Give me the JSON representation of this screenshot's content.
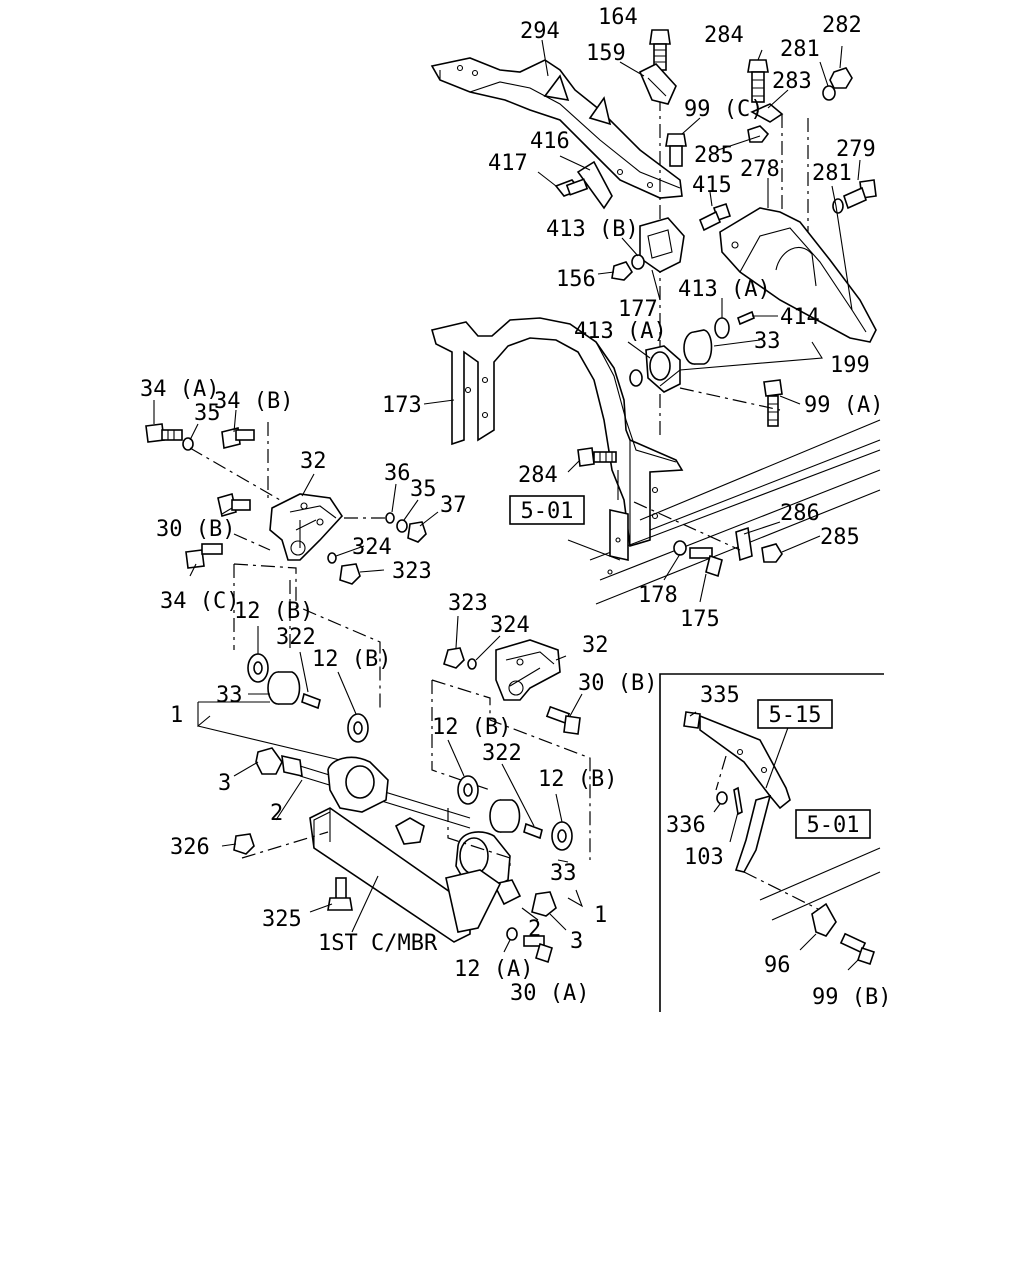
{
  "labels": {
    "p164": "164",
    "p294": "294",
    "p159": "159",
    "p284a": "284",
    "p281a": "281",
    "p282": "282",
    "p283": "283",
    "p99c": "99 (C)",
    "p285a": "285",
    "p416": "416",
    "p417": "417",
    "p415": "415",
    "p278": "278",
    "p279": "279",
    "p281b": "281",
    "p413b": "413 (B)",
    "p156": "156",
    "p177": "177",
    "p413a1": "413 (A)",
    "p414": "414",
    "p413a2": "413 (A)",
    "p33a": "33",
    "p199": "199",
    "p173": "173",
    "p99a": "99 (A)",
    "p34a": "34 (A)",
    "p34b": "34 (B)",
    "p35a": "35",
    "p32a": "32",
    "p36": "36",
    "p35b": "35",
    "p37": "37",
    "p284b": "284",
    "p286": "286",
    "p285b": "285",
    "p30b1": "30 (B)",
    "p324a": "324",
    "p323a": "323",
    "p34c": "34 (C)",
    "p178": "178",
    "p175": "175",
    "p12b1": "12 (B)",
    "p322a": "322",
    "p12b2": "12 (B)",
    "p323b": "323",
    "p324b": "324",
    "p32b": "32",
    "p30b2": "30 (B)",
    "p1a": "1",
    "p33b": "33",
    "p3a": "3",
    "p2a": "2",
    "p12b3": "12 (B)",
    "p322b": "322",
    "p12b4": "12 (B)",
    "p326": "326",
    "p33c": "33",
    "p325": "325",
    "p1b": "1",
    "p2b": "2",
    "p3b": "3",
    "p1stcmbr": "1ST C/MBR",
    "p12a": "12 (A)",
    "p30a": "30 (A)",
    "p335": "335",
    "p336": "336",
    "p103": "103",
    "p96": "96",
    "p99b": "99 (B)"
  },
  "refs": {
    "r501a": "5-01",
    "r515": "5-15",
    "r501b": "5-01"
  }
}
